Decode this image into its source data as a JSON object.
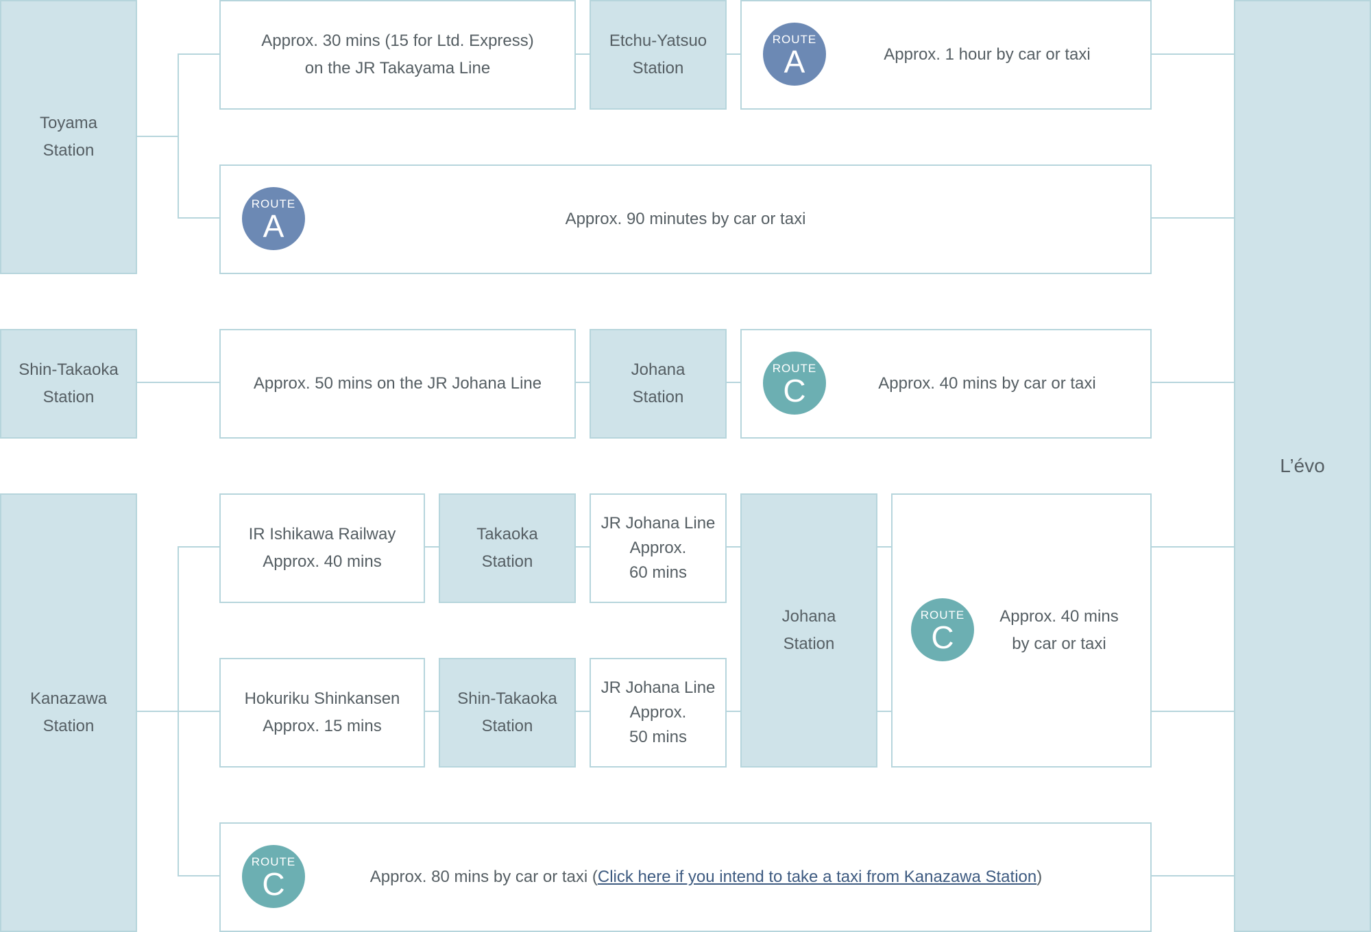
{
  "stations": {
    "toyama": "Toyama\nStation",
    "shin_takaoka": "Shin-Takaoka\nStation",
    "kanazawa": "Kanazawa\nStation",
    "levo": "L’évo",
    "etchu_yatsuo": "Etchu-Yatsuo\nStation",
    "johana_1": "Johana\nStation",
    "takaoka": "Takaoka\nStation",
    "shin_takaoka_2": "Shin-Takaoka\nStation",
    "johana_2": "Johana\nStation"
  },
  "routes": {
    "toyama_rail": "Approx. 30 mins (15 for Ltd. Express)\non the JR Takayama Line",
    "toyama_car_short": "Approx. 1 hour by car or taxi",
    "toyama_car_direct": "Approx. 90 minutes by car or taxi",
    "shin_takaoka_rail": "Approx. 50 mins on the JR Johana Line",
    "shin_takaoka_car": "Approx. 40 mins by car or taxi",
    "ir_ishikawa": "IR Ishikawa Railway\nApprox. 40 mins",
    "jr_johana_60": "JR Johana Line\nApprox.\n60 mins",
    "hokuriku": "Hokuriku Shinkansen\nApprox. 15 mins",
    "jr_johana_50": "JR Johana Line\nApprox.\n50 mins",
    "kanazawa_johana_car": "Approx. 40 mins\nby car or taxi",
    "kanazawa_car_prefix": "Approx. 80 mins by car or taxi (",
    "kanazawa_taxi_link": "Click here if you intend to take a taxi from Kanazawa Station",
    "kanazawa_car_suffix": ")"
  },
  "badges": {
    "route_label": "ROUTE",
    "route_a": "A",
    "route_c": "C"
  },
  "colors": {
    "station_fill": "#cfe3e9",
    "border": "#b6d5dc",
    "route_a": "#6c89b4",
    "route_c": "#6cafb2"
  }
}
